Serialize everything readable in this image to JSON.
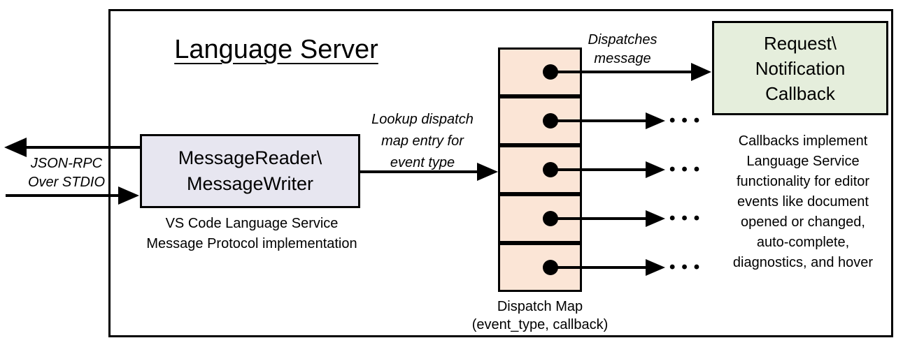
{
  "title": "Language Server",
  "stdio": {
    "label": "JSON-RPC\nOver STDIO"
  },
  "reader": {
    "label": "MessageReader\\\nMessageWriter",
    "caption": "VS Code Language Service\nMessage Protocol implementation"
  },
  "lookup": {
    "label": "Lookup dispatch\nmap entry for\nevent type"
  },
  "dispatch_map": {
    "caption": "Dispatch Map\n(event_type, callback)",
    "row_count": 5
  },
  "dispatches": {
    "label": "Dispatches\nmessage"
  },
  "callback": {
    "label": "Request\\\nNotification\nCallback",
    "note": "Callbacks implement\nLanguage Service\nfunctionality for editor\nevents like document\nopened or changed,\nauto-complete,\ndiagnostics, and hover"
  },
  "ellipsis": "•••",
  "colors": {
    "border": "#000000",
    "reader_box_fill": "#e7e6f0",
    "dispatch_cell_fill": "#fbe5d6",
    "callback_box_fill": "#e5eedc",
    "background": "#ffffff"
  }
}
